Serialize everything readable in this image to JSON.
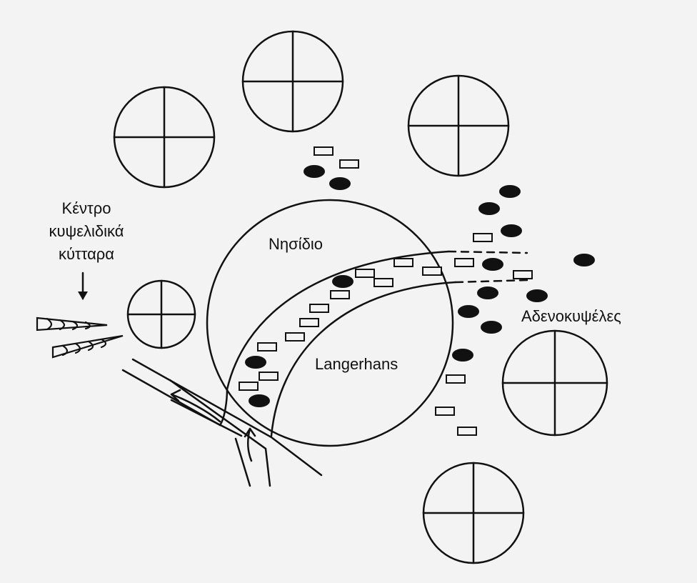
{
  "labels": {
    "centroacinar_lines": [
      "Κέντρο",
      "κυψελιδικά",
      "κύτταρα"
    ],
    "islet_top": "Νησίδιο",
    "islet_bottom": "Langerhans",
    "acini": "Αδενοκυψέλες"
  },
  "colors": {
    "ink": "#111111",
    "paper": "#f3f3f3"
  }
}
